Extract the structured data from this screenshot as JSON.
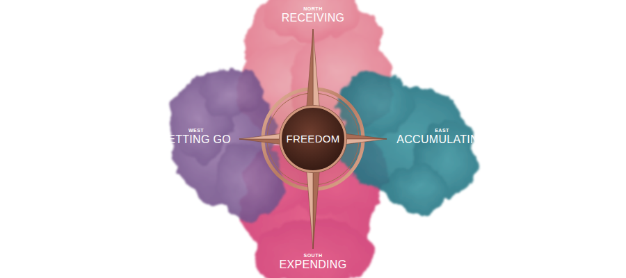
{
  "diagram": {
    "nodes": [
      {
        "text": [
          "NORTH",
          "RECEIVING"
        ]
      },
      {
        "text": [
          "WEST",
          "LETTING GO"
        ]
      },
      {
        "text": [
          "FREEDOM"
        ]
      },
      {
        "text": [
          "EAST",
          "ACCUMULATING"
        ]
      },
      {
        "text": [
          "SOUTH",
          "EXPENDING"
        ]
      }
    ]
  }
}
